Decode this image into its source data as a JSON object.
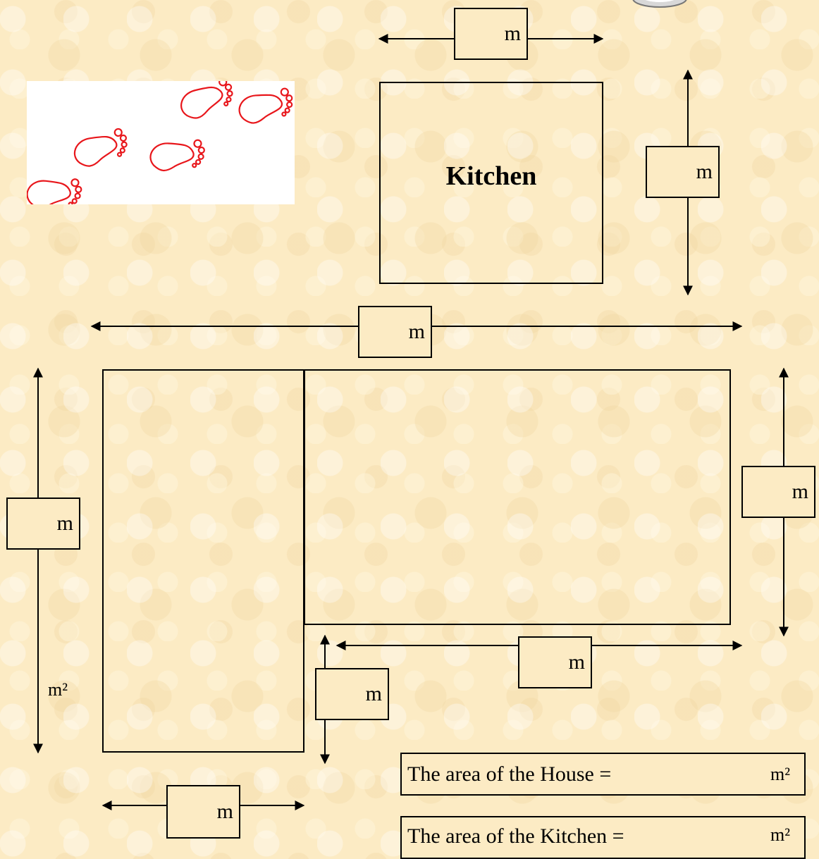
{
  "labels": {
    "kitchen": "Kitchen",
    "unit_m": "m",
    "unit_m2": "m²"
  },
  "answers": {
    "house_area_text": "The area of the House =",
    "house_area_unit": "m²",
    "kitchen_area_text": "The area of the Kitchen =",
    "kitchen_area_unit": "m²"
  },
  "colors": {
    "background": "#fcebc4",
    "footprints": "#e8161b"
  },
  "icons": [
    "footprints-icon"
  ]
}
